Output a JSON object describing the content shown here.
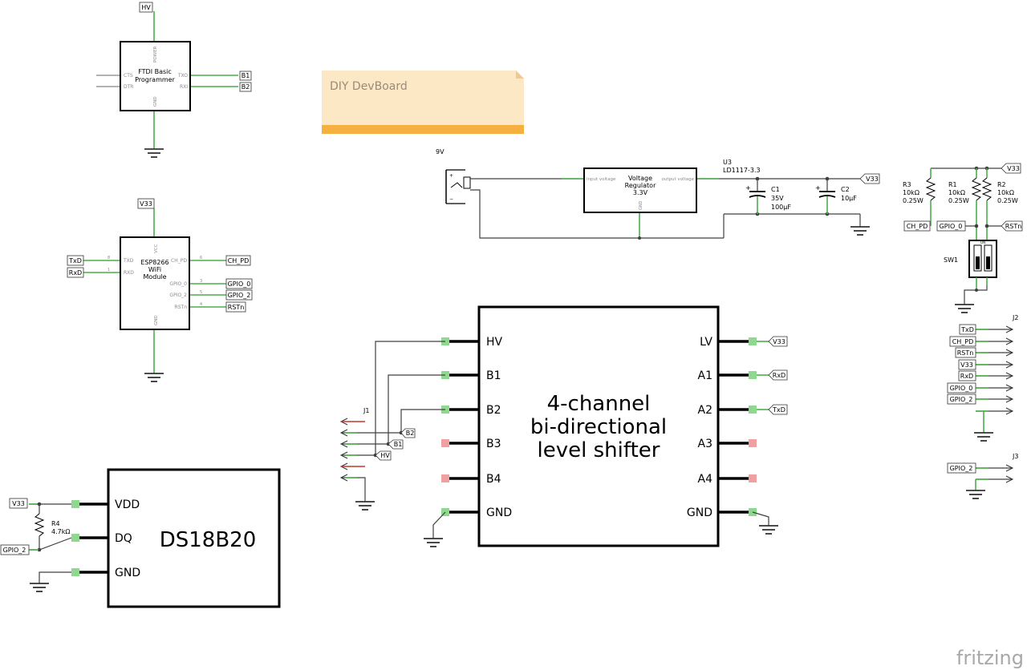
{
  "note": {
    "title": "DIY DevBoard"
  },
  "ftdi": {
    "name_line1": "FTDI Basic",
    "name_line2": "Programmer",
    "power": "POWER",
    "gnd": "GND",
    "cts": "CTS",
    "dtr": "DTR",
    "txo": "TXO",
    "rxi": "RXI"
  },
  "esp": {
    "name_line1": "ESP8266",
    "name_line2": "WiFi",
    "name_line3": "Module",
    "vcc": "VCC",
    "gnd": "GND",
    "txd": "TXD",
    "rxd": "RXD",
    "ch_pd": "CH_PD",
    "gpio0": "GPIO_0",
    "gpio2": "GPIO_2",
    "rstn": "RSTn",
    "num_txd": "8",
    "num_rxd": "1",
    "num_ch": "6",
    "num_g0": "3",
    "num_g2": "5",
    "num_rst": "4"
  },
  "power": {
    "input_label": "9V",
    "reg_line1": "Voltage",
    "reg_line2": "Regulator",
    "reg_line3": "3.3V",
    "in_pin": "input voltage",
    "out_pin": "output voltage",
    "gnd_pin": "GND",
    "u3_name": "U3",
    "u3_part": "LD1117-3.3",
    "c1_name": "C1",
    "c1_v": "35V",
    "c1_val": "100µF",
    "c2_name": "C2",
    "c2_val": "10µF"
  },
  "resistors": {
    "r3_name": "R3",
    "r3_val": "10kΩ",
    "r3_w": "0.25W",
    "r1_name": "R1",
    "r1_val": "10kΩ",
    "r1_w": "0.25W",
    "r2_name": "R2",
    "r2_val": "10kΩ",
    "r2_w": "0.25W",
    "r4_name": "R4",
    "r4_val": "4.7kΩ",
    "sw_name": "SW1",
    "sw_on": "ON"
  },
  "shifter": {
    "line1": "4-channel",
    "line2": "bi-directional",
    "line3": "level shifter",
    "hv": "HV",
    "b1": "B1",
    "b2": "B2",
    "b3": "B3",
    "b4": "B4",
    "gnd_l": "GND",
    "lv": "LV",
    "a1": "A1",
    "a2": "A2",
    "a3": "A3",
    "a4": "A4",
    "gnd_r": "GND"
  },
  "ds18b20": {
    "name": "DS18B20",
    "vdd": "VDD",
    "dq": "DQ",
    "gnd": "GND"
  },
  "connectors": {
    "j1": "J1",
    "j2": "J2",
    "j3": "J3"
  },
  "nets": {
    "hv": "HV",
    "b1": "B1",
    "b2": "B2",
    "v33": "V33",
    "txd": "TxD",
    "rxd": "RxD",
    "ch_pd": "CH_PD",
    "gpio0": "GPIO_0",
    "gpio2": "GPIO_2",
    "rstn": "RSTn"
  },
  "brand": {
    "logo": "fritzing"
  },
  "colors": {
    "wire": "#404040",
    "pin_green": "#4cae4c",
    "note_fill": "#fde5c0",
    "note_bar": "#f5b041",
    "unconnected_pin": "#e88a8a"
  }
}
